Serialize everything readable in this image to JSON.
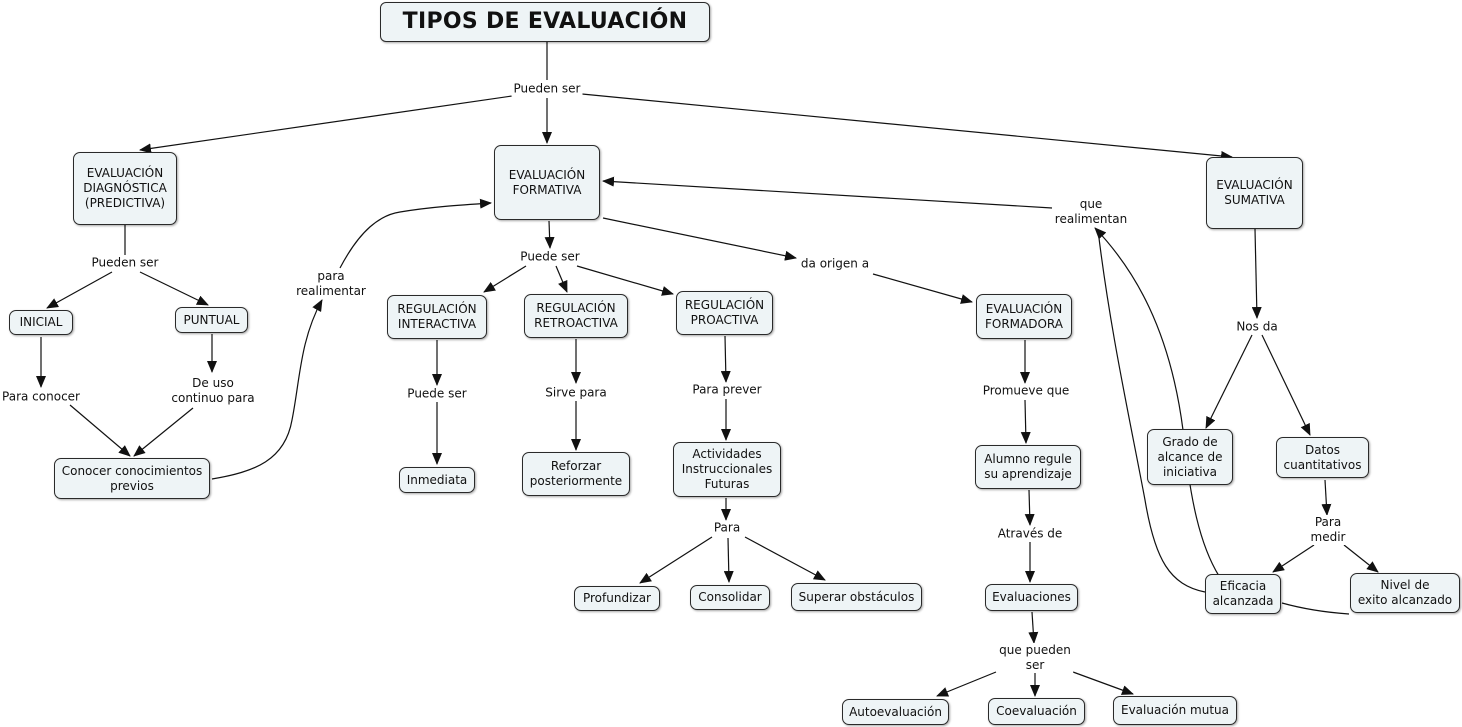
{
  "title": "TIPOS DE EVALUACIÓN",
  "concepts": {
    "diagnostica": "EVALUACIÓN\nDIAGNÓSTICA\n(PREDICTIVA)",
    "formativa": "EVALUACIÓN\nFORMATIVA",
    "sumativa": "EVALUACIÓN\nSUMATIVA",
    "inicial": "INICIAL",
    "puntual": "PUNTUAL",
    "conocer": "Conocer conocimientos\nprevios",
    "reg_interactiva": "REGULACIÓN\nINTERACTIVA",
    "reg_retroactiva": "REGULACIÓN\nRETROACTIVA",
    "reg_proactiva": "REGULACIÓN\nPROACTIVA",
    "formadora": "EVALUACIÓN\nFORMADORA",
    "inmediata": "Inmediata",
    "reforzar": "Reforzar\nposteriormente",
    "actividades": "Actividades\nInstruccionales\nFuturas",
    "profundizar": "Profundizar",
    "consolidar": "Consolidar",
    "superar": "Superar obstáculos",
    "alumno": "Alumno regule\nsu aprendizaje",
    "evaluaciones": "Evaluaciones",
    "autoevaluacion": "Autoevaluación",
    "coevaluacion": "Coevaluación",
    "mutua": "Evaluación mutua",
    "grado": "Grado de\nalcance de\niniciativa",
    "datos": "Datos\ncuantitativos",
    "eficacia": "Eficacia\nalcanzada",
    "nivel": "Nivel de\nexito alcanzado"
  },
  "phrases": {
    "pueden_ser_top": "Pueden ser",
    "pueden_ser_diag": "Pueden ser",
    "para_conocer": "Para conocer",
    "de_uso": "De uso\ncontinuo para",
    "para_realimentar": "para\nrealimentar",
    "puede_ser_form": "Puede ser",
    "da_origen": "da origen a",
    "que_realimentan": "que\nrealimentan",
    "puede_ser_inter": "Puede ser",
    "sirve_para": "Sirve para",
    "para_prever": "Para prever",
    "para": "Para",
    "promueve": "Promueve que",
    "a_traves": "Através de",
    "que_pueden_ser": "que pueden\nser",
    "nos_da": "Nos da",
    "para_medir": "Para\nmedir"
  }
}
